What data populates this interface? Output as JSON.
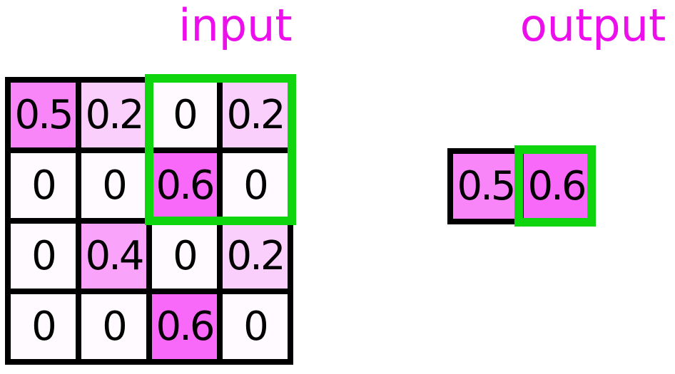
{
  "titles": {
    "input": "input",
    "output": "output"
  },
  "palette": {
    "title_color": "#ec0fec",
    "grid_frame_color": "#000000",
    "highlight_border_color": "#0fd50f",
    "cell_text_color": "#000000",
    "value_colors": {
      "0": "#fffaff",
      "0.2": "#fbcffb",
      "0.4": "#faa3fa",
      "0.5": "#f986f9",
      "0.6": "#f969f9"
    }
  },
  "input_grid": {
    "rows": [
      [
        "0.5",
        "0.2",
        "0",
        "0.2"
      ],
      [
        "0",
        "0",
        "0.6",
        "0"
      ],
      [
        "0",
        "0.4",
        "0",
        "0.2"
      ],
      [
        "0",
        "0",
        "0.6",
        "0"
      ]
    ],
    "highlight_region": {
      "rows": "1-2",
      "cols": "3-4"
    }
  },
  "output_grid": {
    "rows": [
      [
        "0.5",
        "0.6"
      ]
    ],
    "highlight_region": {
      "rows": "1-1",
      "cols": "2-2"
    }
  }
}
